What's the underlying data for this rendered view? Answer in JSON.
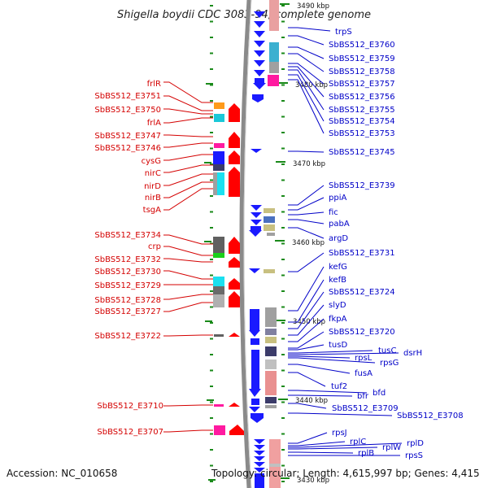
{
  "title": "Shigella boydii CDC 3083-94, complete genome",
  "footer": {
    "accession": "Accession: NC_010658",
    "topology": "Topology: circular; Length: 4,615,997 bp; Genes: 4,415"
  },
  "kbp_labels": [
    "3490 kbp",
    "3480 kbp",
    "3470 kbp",
    "3460 kbp",
    "3450 kbp",
    "3440 kbp",
    "3430 kbp"
  ],
  "left_labels": [
    "frlR",
    "SbBS512_E3751",
    "SbBS512_E3750",
    "frlA",
    "SbBS512_E3747",
    "SbBS512_E3746",
    "cysG",
    "nirC",
    "nirD",
    "nirB",
    "tsgA",
    "SbBS512_E3734",
    "crp",
    "SbBS512_E3732",
    "SbBS512_E3730",
    "SbBS512_E3729",
    "SbBS512_E3728",
    "SbBS512_E3727",
    "SbBS512_E3722",
    "SbBS512_E3710",
    "SbBS512_E3707"
  ],
  "right_labels": [
    "trpS",
    "SbBS512_E3760",
    "SbBS512_E3759",
    "SbBS512_E3758",
    "SbBS512_E3757",
    "SbBS512_E3756",
    "SbBS512_E3755",
    "SbBS512_E3754",
    "SbBS512_E3753",
    "SbBS512_E3745",
    "SbBS512_E3739",
    "ppiA",
    "fic",
    "pabA",
    "argD",
    "SbBS512_E3731",
    "kefG",
    "kefB",
    "SbBS512_E3724",
    "slyD",
    "fkpA",
    "SbBS512_E3720",
    "tusD",
    "tusC",
    "dsrH",
    "rpsL",
    "rpsG",
    "fusA",
    "tuf2",
    "bfd",
    "bfr",
    "SbBS512_E3709",
    "SbBS512_E3708",
    "rpsJ",
    "rplC",
    "rplD",
    "rplW",
    "rplB",
    "rpsS"
  ],
  "colors": {
    "left_label": "#d40000",
    "right_label": "#0000c8",
    "backbone": "#8a8a8a",
    "tick": "#1a8a1a",
    "minus_strand": "#1a1aff",
    "plus_strand": "#ff0000"
  }
}
